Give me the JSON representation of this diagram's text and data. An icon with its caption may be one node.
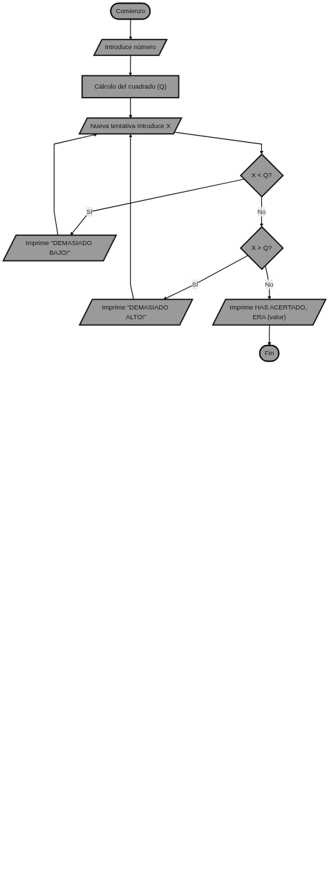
{
  "diagram": {
    "nodes": [
      {
        "text": [
          "Comienzo"
        ]
      },
      {
        "text": [
          "Introduce número"
        ]
      },
      {
        "text": [
          "Cálculo del cuadrado (Q)"
        ]
      },
      {
        "text": [
          "Nueva tentativa Introduce X"
        ]
      },
      {
        "text": [
          "X < Q?"
        ]
      },
      {
        "text": [
          "Imprime “DEMASIADO BAJO!”"
        ]
      },
      {
        "text": [
          "X > Q?"
        ]
      },
      {
        "text": [
          "Imprime “DEMASIADO ALTO!”"
        ]
      },
      {
        "text": [
          "Imprime HAS ACERTADO, ERA (valor)"
        ]
      },
      {
        "text": [
          "Fin"
        ]
      }
    ],
    "edges": [
      {
        "from": 0,
        "to": 1,
        "arrow": "to"
      },
      {
        "from": 1,
        "to": 2,
        "arrow": "to"
      },
      {
        "from": 2,
        "to": 3,
        "arrow": "to"
      },
      {
        "from": 3,
        "to": 4,
        "arrow": "to"
      },
      {
        "from": 4,
        "to": 5,
        "arrow": "to",
        "label": "Sí"
      },
      {
        "from": 4,
        "to": 6,
        "arrow": "to",
        "label": "No"
      },
      {
        "from": 6,
        "to": 7,
        "arrow": "to",
        "label": "Sí"
      },
      {
        "from": 6,
        "to": 8,
        "arrow": "to",
        "label": "No"
      },
      {
        "from": 8,
        "to": 9,
        "arrow": "to"
      },
      {
        "from": 5,
        "to": 3,
        "arrow": "to"
      },
      {
        "from": 7,
        "to": 3,
        "arrow": "to"
      }
    ]
  }
}
